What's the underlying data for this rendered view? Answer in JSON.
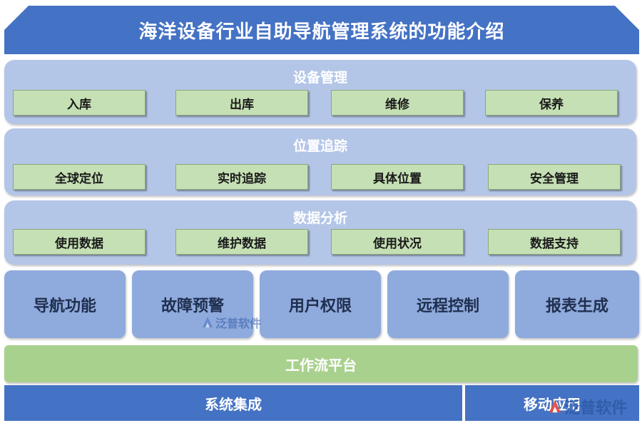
{
  "title": "海洋设备行业自助导航管理系统的功能介绍",
  "sections": [
    {
      "title": "设备管理",
      "items": [
        "入库",
        "出库",
        "维修",
        "保养"
      ]
    },
    {
      "title": "位置追踪",
      "items": [
        "全球定位",
        "实时追踪",
        "具体位置",
        "安全管理"
      ]
    },
    {
      "title": "数据分析",
      "items": [
        "使用数据",
        "维护数据",
        "使用状况",
        "数据支持"
      ]
    }
  ],
  "features": [
    "导航功能",
    "故障预警",
    "用户权限",
    "远程控制",
    "报表生成"
  ],
  "platform": "工作流平台",
  "bottom": [
    "系统集成",
    "移动应用"
  ],
  "watermark": "泛普软件",
  "colors": {
    "banner": "#4472c4",
    "section_bg": "#b4c6e7",
    "chip_bg": "#c5e0b4",
    "feature_bg": "#8faadc",
    "platform_bg": "#a9d18e",
    "bottom_bg": "#4472c4"
  }
}
